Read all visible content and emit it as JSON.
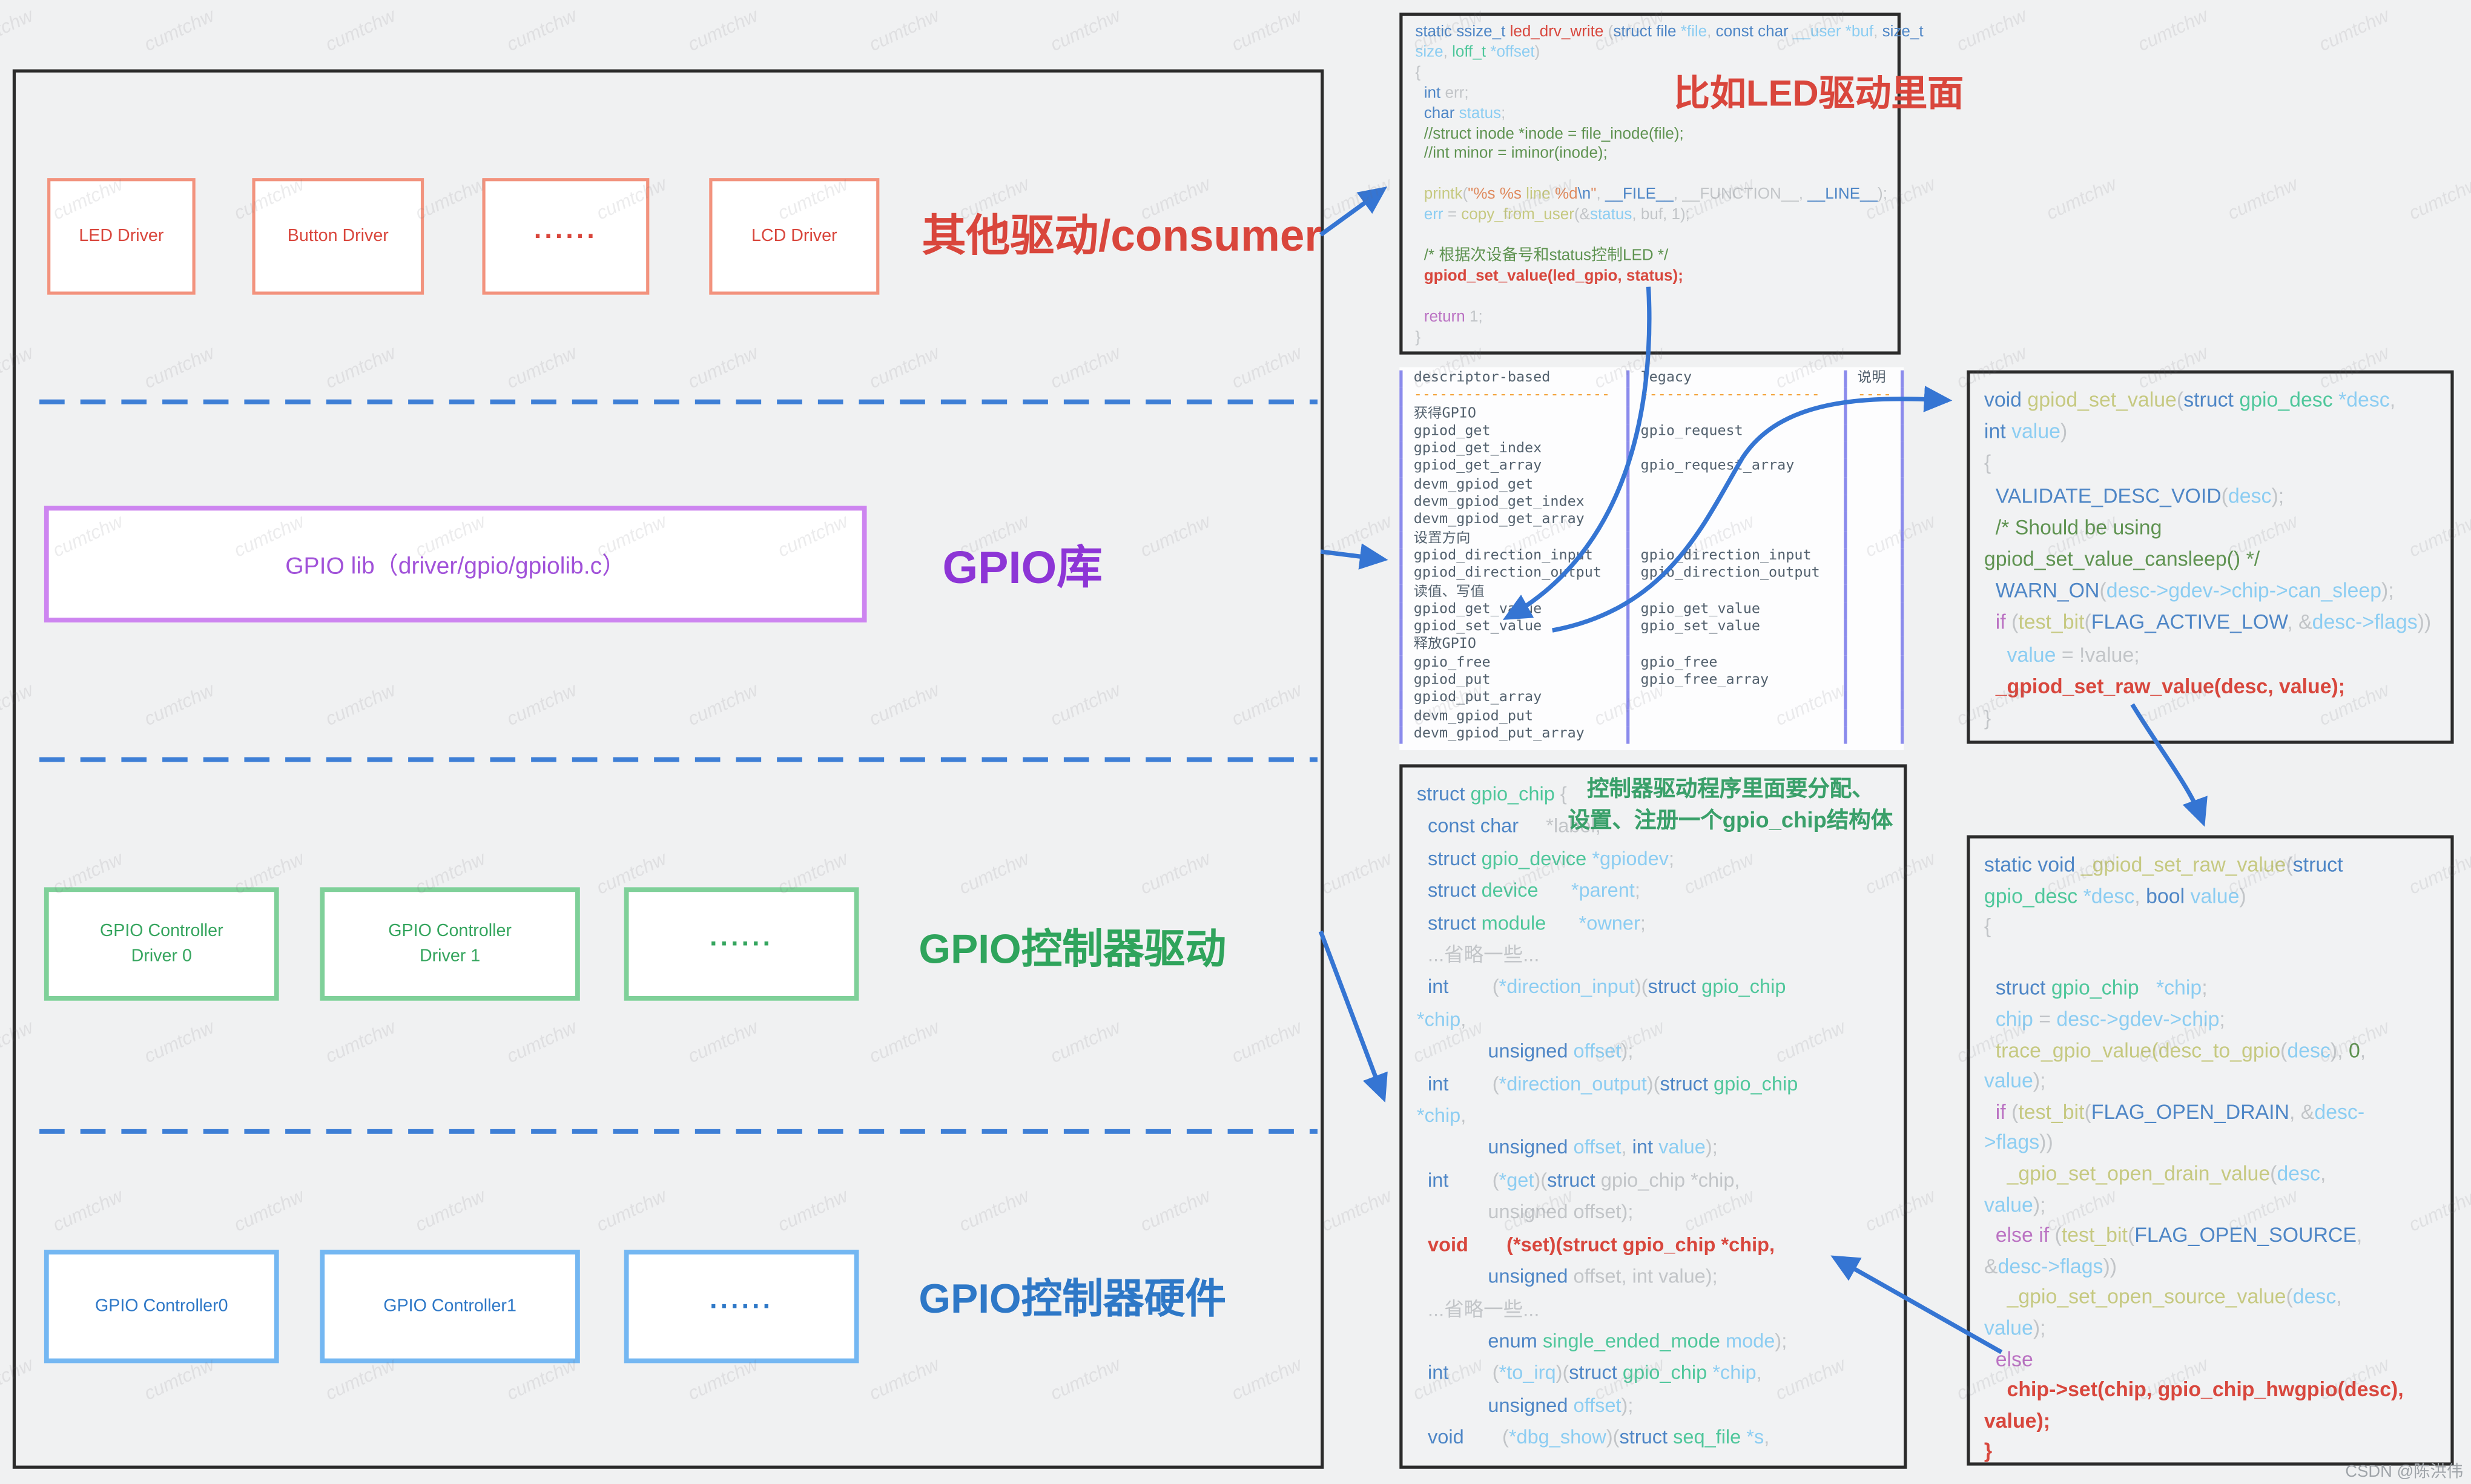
{
  "watermark": "cumtchw",
  "credit": "CSDN @陈洪伟",
  "diagram": {
    "consumer": {
      "label": "其他驱动/consumer",
      "boxes": [
        "LED Driver",
        "Button Driver",
        "......",
        "LCD Driver"
      ]
    },
    "gpiolib": {
      "label": "GPIO库",
      "box": "GPIO lib（driver/gpio/gpiolib.c）"
    },
    "ctrl_driver": {
      "label": "GPIO控制器驱动",
      "boxes": [
        "GPIO Controller Driver 0",
        "GPIO Controller Driver 1",
        "......"
      ]
    },
    "ctrl_hw": {
      "label": "GPIO控制器硬件",
      "boxes": [
        "GPIO Controller0",
        "GPIO Controller1",
        "......"
      ]
    }
  },
  "led_code": {
    "label": "比如LED驱动里面",
    "lines": [
      [
        [
          "kw",
          "static ssize_t "
        ],
        [
          "fnr",
          "led_drv_write "
        ],
        [
          "gy",
          "("
        ],
        [
          "kw",
          "struct file "
        ],
        [
          "lb",
          "*file"
        ],
        [
          "gy",
          ", "
        ],
        [
          "kw",
          "const char "
        ],
        [
          "lb",
          "__user *buf"
        ],
        [
          "gy",
          ", "
        ],
        [
          "kw",
          "size_t"
        ]
      ],
      [
        [
          "lb",
          "size"
        ],
        [
          "gy",
          ", "
        ],
        [
          "ty",
          "loff_t "
        ],
        [
          "lb",
          "*offset"
        ],
        [
          "gy",
          ")"
        ]
      ],
      [
        [
          "gy",
          "{"
        ]
      ],
      [
        [
          "kw",
          "  int "
        ],
        [
          "gy",
          "err;"
        ]
      ],
      [
        [
          "kw",
          "  char "
        ],
        [
          "lb",
          "status"
        ],
        [
          "gy",
          ";"
        ]
      ],
      [
        [
          "cm",
          "  //struct inode *inode = file_inode(file);"
        ]
      ],
      [
        [
          "cm",
          "  //int minor = iminor(inode);"
        ]
      ],
      [],
      [
        [
          "fn",
          "  printk"
        ],
        [
          "gy",
          "("
        ],
        [
          "or",
          "\"%s %s "
        ],
        [
          "fn",
          "line "
        ],
        [
          "or",
          "%d"
        ],
        [
          "kw",
          "\\n"
        ],
        [
          "or",
          "\""
        ],
        [
          "gy",
          ", "
        ],
        [
          "kw",
          "__FILE__"
        ],
        [
          "gy",
          ", __FUNCTION__, "
        ],
        [
          "kw",
          "__LINE__"
        ],
        [
          "gy",
          ");"
        ]
      ],
      [
        [
          "lb",
          "  err "
        ],
        [
          "gy",
          "= "
        ],
        [
          "fn",
          "copy_from_user"
        ],
        [
          "gy",
          "(&"
        ],
        [
          "lb",
          "status"
        ],
        [
          "gy",
          ", buf, 1);"
        ]
      ],
      [],
      [
        [
          "cm",
          "  /* 根据次设备号和status控制LED */"
        ]
      ],
      [
        [
          "rd",
          "  gpiod_set_value(led_gpio, status);"
        ]
      ],
      [],
      [
        [
          "mg",
          "  return "
        ],
        [
          "gy",
          "1;"
        ]
      ],
      [
        [
          "gy",
          "}"
        ]
      ]
    ]
  },
  "api_table": {
    "rows": [
      [
        "descriptor-based",
        "legacy",
        "说明"
      ],
      [
        "-----------------------",
        "---------------------",
        "----"
      ],
      [
        "获得GPIO",
        "",
        ""
      ],
      [
        "gpiod_get",
        "gpio_request",
        ""
      ],
      [
        "gpiod_get_index",
        "",
        ""
      ],
      [
        "gpiod_get_array",
        "gpio_request_array",
        ""
      ],
      [
        "devm_gpiod_get",
        "",
        ""
      ],
      [
        "devm_gpiod_get_index",
        "",
        ""
      ],
      [
        "devm_gpiod_get_array",
        "",
        ""
      ],
      [
        "设置方向",
        "",
        ""
      ],
      [
        "gpiod_direction_input",
        "gpio_direction_input",
        ""
      ],
      [
        "gpiod_direction_output",
        "gpio_direction_output",
        ""
      ],
      [
        "读值、写值",
        "",
        ""
      ],
      [
        "gpiod_get_value",
        "gpio_get_value",
        ""
      ],
      [
        "gpiod_set_value",
        "gpio_set_value",
        ""
      ],
      [
        "释放GPIO",
        "",
        ""
      ],
      [
        "gpio_free",
        "gpio_free",
        ""
      ],
      [
        "gpiod_put",
        "gpio_free_array",
        ""
      ],
      [
        "gpiod_put_array",
        "",
        ""
      ],
      [
        "devm_gpiod_put",
        "",
        ""
      ],
      [
        "devm_gpiod_put_array",
        "",
        ""
      ]
    ]
  },
  "setval_code": {
    "lines": [
      [
        [
          "kw",
          "void "
        ],
        [
          "fn",
          "gpiod_set_value"
        ],
        [
          "gy",
          "("
        ],
        [
          "kw",
          "struct "
        ],
        [
          "ty",
          "gpio_desc "
        ],
        [
          "lb",
          "*desc"
        ],
        [
          "gy",
          ","
        ]
      ],
      [
        [
          "kw",
          "int "
        ],
        [
          "lb",
          "value"
        ],
        [
          "gy",
          ")"
        ]
      ],
      [
        [
          "gy",
          "{"
        ]
      ],
      [
        [
          "kw",
          "  VALIDATE_DESC_VOID"
        ],
        [
          "gy",
          "("
        ],
        [
          "lb",
          "desc"
        ],
        [
          "gy",
          ");"
        ]
      ],
      [
        [
          "cm",
          "  /* Should be using"
        ]
      ],
      [
        [
          "cm",
          "gpiod_set_value_cansleep() */"
        ]
      ],
      [
        [
          "kw",
          "  WARN_ON"
        ],
        [
          "gy",
          "("
        ],
        [
          "lb",
          "desc->gdev->chip->can_sleep"
        ],
        [
          "gy",
          ");"
        ]
      ],
      [
        [
          "mg",
          "  if "
        ],
        [
          "gy",
          "("
        ],
        [
          "fn",
          "test_bit"
        ],
        [
          "gy",
          "("
        ],
        [
          "kw",
          "FLAG_ACTIVE_LOW"
        ],
        [
          "gy",
          ", &"
        ],
        [
          "lb",
          "desc->flags"
        ],
        [
          "gy",
          "))"
        ]
      ],
      [
        [
          "lb",
          "    value "
        ],
        [
          "gy",
          "= !value;"
        ]
      ],
      [
        [
          "rd",
          "  _gpiod_set_raw_value(desc, value);"
        ]
      ],
      [
        [
          "gy",
          "}"
        ]
      ]
    ]
  },
  "chip_code": {
    "annotation": [
      "控制器驱动程序里面要分配、",
      "设置、注册一个gpio_chip结构体"
    ],
    "lines": [
      [
        [
          "kw",
          "struct "
        ],
        [
          "ty",
          "gpio_chip "
        ],
        [
          "gy",
          "{"
        ]
      ],
      [
        [
          "kw",
          "  const char     "
        ],
        [
          "gy",
          "*label;"
        ]
      ],
      [
        [
          "kw",
          "  struct "
        ],
        [
          "ty",
          "gpio_device "
        ],
        [
          "lb",
          "*gpiodev"
        ],
        [
          "gy",
          ";"
        ]
      ],
      [
        [
          "kw",
          "  struct "
        ],
        [
          "ty",
          "device      "
        ],
        [
          "lb",
          "*parent"
        ],
        [
          "gy",
          ";"
        ]
      ],
      [
        [
          "kw",
          "  struct "
        ],
        [
          "ty",
          "module      "
        ],
        [
          "lb",
          "*owner"
        ],
        [
          "gy",
          ";"
        ]
      ],
      [
        [
          "gy",
          "  ...省略一些..."
        ]
      ],
      [
        [
          "kw",
          "  int        "
        ],
        [
          "gy",
          "("
        ],
        [
          "lb",
          "*direction_input"
        ],
        [
          "gy",
          ")("
        ],
        [
          "kw",
          "struct "
        ],
        [
          "ty",
          "gpio_chip"
        ]
      ],
      [
        [
          "lb",
          "*chip"
        ],
        [
          "gy",
          ","
        ]
      ],
      [
        [
          "kw",
          "             unsigned "
        ],
        [
          "lb",
          "offset"
        ],
        [
          "gy",
          ");"
        ]
      ],
      [
        [
          "kw",
          "  int        "
        ],
        [
          "gy",
          "("
        ],
        [
          "lb",
          "*direction_output"
        ],
        [
          "gy",
          ")("
        ],
        [
          "kw",
          "struct "
        ],
        [
          "ty",
          "gpio_chip"
        ]
      ],
      [
        [
          "lb",
          "*chip"
        ],
        [
          "gy",
          ","
        ]
      ],
      [
        [
          "kw",
          "             unsigned "
        ],
        [
          "lb",
          "offset"
        ],
        [
          "gy",
          ", "
        ],
        [
          "kw",
          "int "
        ],
        [
          "lb",
          "value"
        ],
        [
          "gy",
          ");"
        ]
      ],
      [
        [
          "kw",
          "  int        "
        ],
        [
          "gy",
          "("
        ],
        [
          "lb",
          "*get"
        ],
        [
          "gy",
          ")("
        ],
        [
          "kw",
          "struct "
        ],
        [
          "gy",
          "gpio_chip *chip,"
        ]
      ],
      [
        [
          "gy",
          "             unsigned offset);"
        ]
      ],
      [
        [
          "rd",
          "  void       (*set)(struct gpio_chip *chip,"
        ]
      ],
      [
        [
          "kw",
          "             unsigned "
        ],
        [
          "gy",
          "offset, int value);"
        ]
      ],
      [
        [
          "gy",
          "  ...省略一些..."
        ]
      ],
      [
        [
          "kw",
          "             enum "
        ],
        [
          "ty",
          "single_ended_mode "
        ],
        [
          "lb",
          "mode"
        ],
        [
          "gy",
          ");"
        ]
      ],
      [
        [
          "kw",
          "  int        "
        ],
        [
          "gy",
          "("
        ],
        [
          "lb",
          "*to_irq"
        ],
        [
          "gy",
          ")("
        ],
        [
          "kw",
          "struct "
        ],
        [
          "ty",
          "gpio_chip "
        ],
        [
          "lb",
          "*chip"
        ],
        [
          "gy",
          ","
        ]
      ],
      [
        [
          "kw",
          "             unsigned "
        ],
        [
          "lb",
          "offset"
        ],
        [
          "gy",
          ");"
        ]
      ],
      [
        [
          "kw",
          "  void       "
        ],
        [
          "gy",
          "("
        ],
        [
          "lb",
          "*dbg_show"
        ],
        [
          "gy",
          ")("
        ],
        [
          "kw",
          "struct "
        ],
        [
          "ty",
          "seq_file "
        ],
        [
          "lb",
          "*s"
        ],
        [
          "gy",
          ","
        ]
      ]
    ]
  },
  "raw_code": {
    "lines": [
      [
        [
          "kw",
          "static void "
        ],
        [
          "fn",
          "_gpiod_set_raw_value"
        ],
        [
          "gy",
          "("
        ],
        [
          "kw",
          "struct"
        ]
      ],
      [
        [
          "ty",
          "gpio_desc "
        ],
        [
          "lb",
          "*desc"
        ],
        [
          "gy",
          ", "
        ],
        [
          "kw",
          "bool "
        ],
        [
          "lb",
          "value"
        ],
        [
          "gy",
          ")"
        ]
      ],
      [
        [
          "gy",
          "{"
        ]
      ],
      [],
      [
        [
          "kw",
          "  struct "
        ],
        [
          "ty",
          "gpio_chip   "
        ],
        [
          "lb",
          "*chip"
        ],
        [
          "gy",
          ";"
        ]
      ],
      [
        [
          "lb",
          "  chip "
        ],
        [
          "gy",
          "= "
        ],
        [
          "lb",
          "desc->gdev->chip"
        ],
        [
          "gy",
          ";"
        ]
      ],
      [
        [
          "fn",
          "  trace_gpio_value(desc_to_gpio"
        ],
        [
          "gy",
          "("
        ],
        [
          "lb",
          "desc"
        ],
        [
          "gy",
          "), "
        ],
        [
          "cm",
          "0"
        ],
        [
          "gy",
          ","
        ]
      ],
      [
        [
          "lb",
          "value"
        ],
        [
          "gy",
          ");"
        ]
      ],
      [
        [
          "mg",
          "  if "
        ],
        [
          "gy",
          "("
        ],
        [
          "fn",
          "test_bit"
        ],
        [
          "gy",
          "("
        ],
        [
          "kw",
          "FLAG_OPEN_DRAIN"
        ],
        [
          "gy",
          ", &"
        ],
        [
          "lb",
          "desc-"
        ]
      ],
      [
        [
          "lb",
          ">flags"
        ],
        [
          "gy",
          "))"
        ]
      ],
      [
        [
          "fn",
          "    _gpio_set_open_drain_value"
        ],
        [
          "gy",
          "("
        ],
        [
          "lb",
          "desc"
        ],
        [
          "gy",
          ","
        ]
      ],
      [
        [
          "lb",
          "value"
        ],
        [
          "gy",
          ");"
        ]
      ],
      [
        [
          "mg",
          "  else if "
        ],
        [
          "gy",
          "("
        ],
        [
          "fn",
          "test_bit"
        ],
        [
          "gy",
          "("
        ],
        [
          "kw",
          "FLAG_OPEN_SOURCE"
        ],
        [
          "gy",
          ","
        ]
      ],
      [
        [
          "gy",
          "&"
        ],
        [
          "lb",
          "desc->flags"
        ],
        [
          "gy",
          "))"
        ]
      ],
      [
        [
          "fn",
          "    _gpio_set_open_source_value"
        ],
        [
          "gy",
          "("
        ],
        [
          "lb",
          "desc"
        ],
        [
          "gy",
          ","
        ]
      ],
      [
        [
          "lb",
          "value"
        ],
        [
          "gy",
          ");"
        ]
      ],
      [
        [
          "mg",
          "  else"
        ]
      ],
      [
        [
          "rd",
          "    chip->set(chip, gpio_chip_hwgpio(desc),"
        ]
      ],
      [
        [
          "rd",
          "value);"
        ]
      ],
      [
        [
          "rd",
          "}"
        ]
      ]
    ]
  }
}
